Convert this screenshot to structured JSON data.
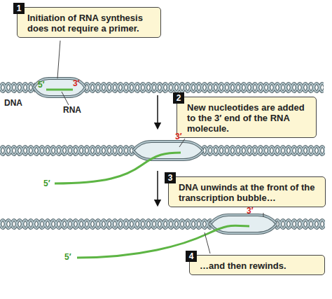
{
  "diagram": {
    "nodes": [
      {
        "text": [
          "1",
          "Initiation of RNA synthesis does not require a primer."
        ]
      },
      {
        "text": [
          "2",
          "New nucleotides are added to the 3′ end of the RNA molecule."
        ]
      },
      {
        "text": [
          "3",
          "DNA unwinds at the front of the transcription bubble…"
        ]
      },
      {
        "text": [
          "4",
          "…and then rewinds."
        ]
      }
    ],
    "labels": [
      "5′",
      "3′",
      "DNA",
      "RNA",
      "3′",
      "5′",
      "3′",
      "5′"
    ]
  }
}
